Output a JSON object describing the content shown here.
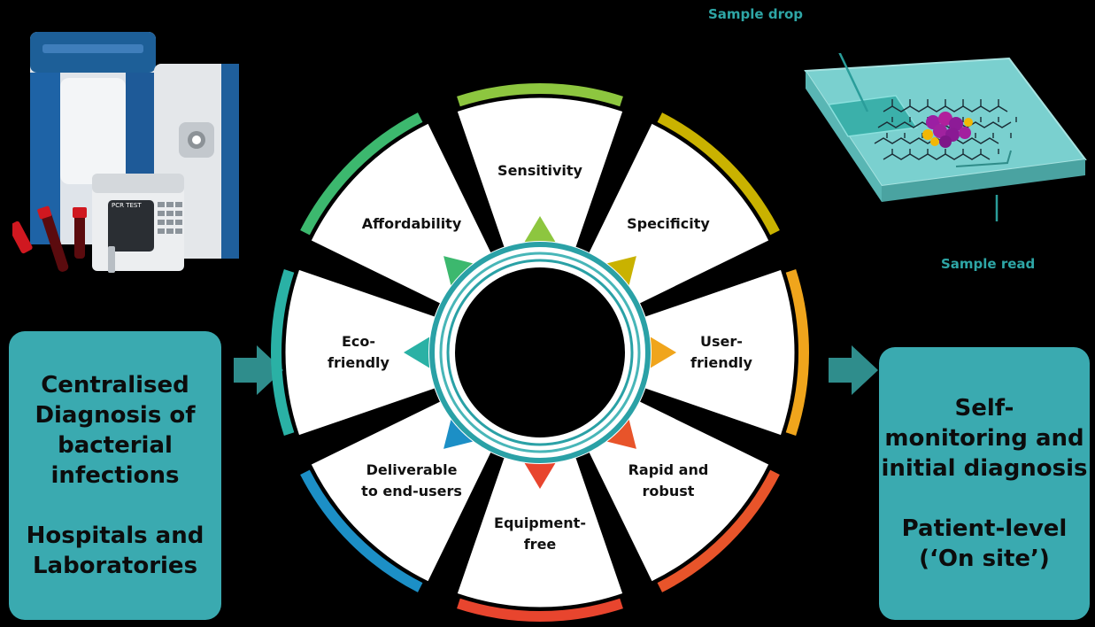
{
  "left_box": {
    "lines_top": [
      "Centralised",
      "Diagnosis of",
      "bacterial",
      "infections"
    ],
    "lines_bottom": [
      "Hospitals and",
      "Laboratories"
    ]
  },
  "right_box": {
    "lines_top": [
      "Self-",
      "monitoring and",
      "initial diagnosis"
    ],
    "lines_bottom": [
      "Patient-level",
      "(‘On site’)"
    ]
  },
  "wheel": {
    "segments": [
      {
        "lines": [
          "Sensitivity"
        ],
        "color": "#8dc63f"
      },
      {
        "lines": [
          "Specificity"
        ],
        "color": "#c9b200"
      },
      {
        "lines": [
          "User-",
          "friendly"
        ],
        "color": "#f0a51c"
      },
      {
        "lines": [
          "Rapid and",
          "robust"
        ],
        "color": "#e8542a"
      },
      {
        "lines": [
          "Equipment-",
          "free"
        ],
        "color": "#e8452e"
      },
      {
        "lines": [
          "Deliverable",
          "to end-users"
        ],
        "color": "#1c8fc6"
      },
      {
        "lines": [
          "Eco-",
          "friendly"
        ],
        "color": "#2ab1a5"
      },
      {
        "lines": [
          "Affordability"
        ],
        "color": "#3cb86e"
      }
    ]
  },
  "sensor": {
    "sample_drop_label": "Sample drop",
    "sample_read_label": "Sample read"
  },
  "device": {
    "screen_text": "PCR TEST"
  },
  "colors": {
    "box_fill": "#3aaab0",
    "arrow": "#2f8d8c",
    "ring_teal": "#2aa1a6"
  }
}
